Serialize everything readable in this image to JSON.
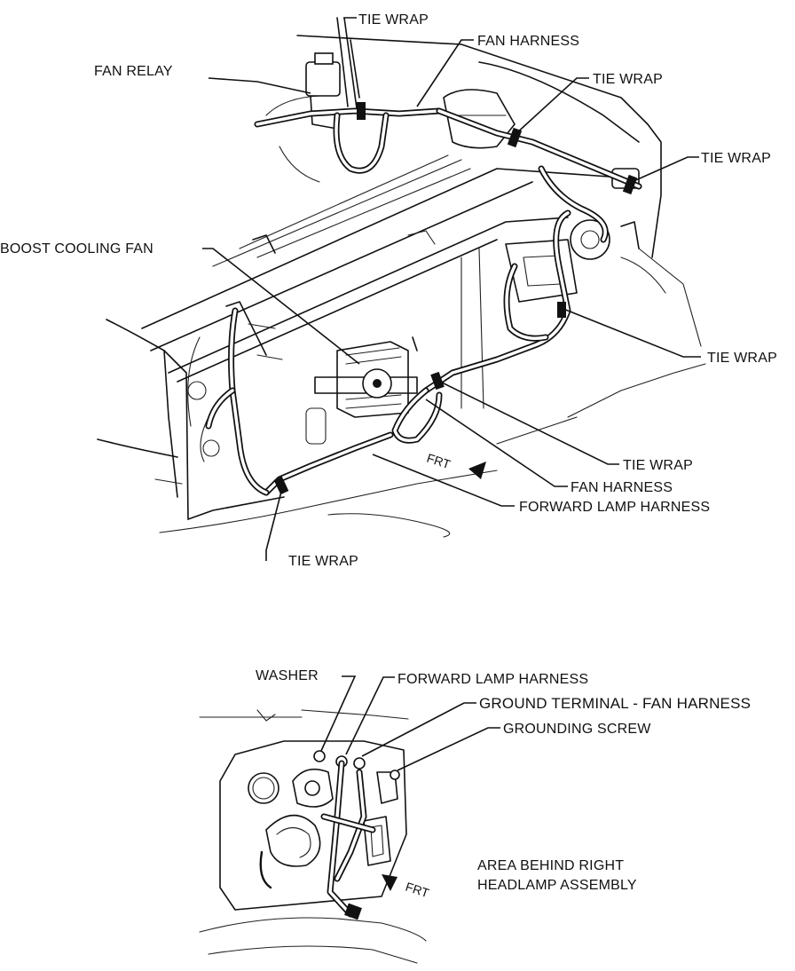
{
  "top_view": {
    "labels": {
      "tie_wrap_1": "TIE WRAP",
      "fan_harness_top": "FAN HARNESS",
      "fan_relay": "FAN RELAY",
      "tie_wrap_2": "TIE WRAP",
      "tie_wrap_3": "TIE WRAP",
      "boost_cooling_fan": "BOOST COOLING FAN",
      "tie_wrap_4": "TIE WRAP",
      "tie_wrap_5": "TIE WRAP",
      "fan_harness_bottom": "FAN HARNESS",
      "forward_lamp_harness": "FORWARD LAMP HARNESS",
      "tie_wrap_6": "TIE WRAP",
      "frt": "FRT"
    }
  },
  "detail_view": {
    "labels": {
      "washer": "WASHER",
      "forward_lamp_harness": "FORWARD LAMP HARNESS",
      "ground_terminal": "GROUND TERMINAL - FAN HARNESS",
      "grounding_screw": "GROUNDING SCREW",
      "area_line1": "AREA BEHIND RIGHT",
      "area_line2": "HEADLAMP ASSEMBLY",
      "frt": "FRT"
    }
  }
}
